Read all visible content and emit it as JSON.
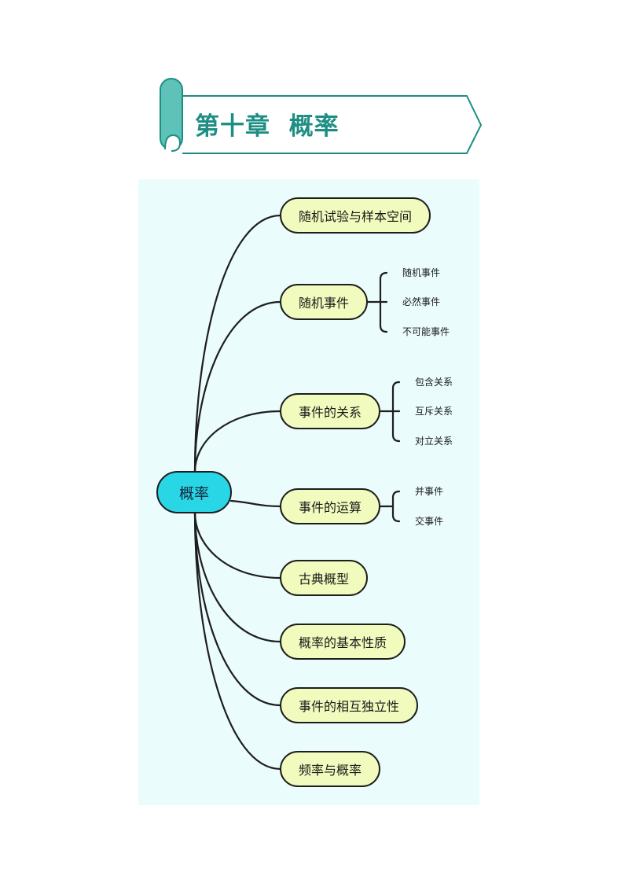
{
  "title": "第十章  概率",
  "root": "概率",
  "branches": [
    {
      "label": "随机试验与样本空间",
      "children": []
    },
    {
      "label": "随机事件",
      "children": [
        "随机事件",
        "必然事件",
        "不可能事件"
      ]
    },
    {
      "label": "事件的关系",
      "children": [
        "包含关系",
        "互斥关系",
        "对立关系"
      ]
    },
    {
      "label": "事件的运算",
      "children": [
        "并事件",
        "交事件"
      ]
    },
    {
      "label": "古典概型",
      "children": []
    },
    {
      "label": "概率的基本性质",
      "children": []
    },
    {
      "label": "事件的相互独立性",
      "children": []
    },
    {
      "label": "频率与概率",
      "children": []
    }
  ],
  "colors": {
    "banner_accent": "#1d8e83",
    "banner_scroll": "#5fc2b9",
    "panel_background": "#ebfcfd",
    "root_fill": "#28d6e6",
    "node_fill": "#f0fbbd",
    "line": "#1e1e1e"
  }
}
